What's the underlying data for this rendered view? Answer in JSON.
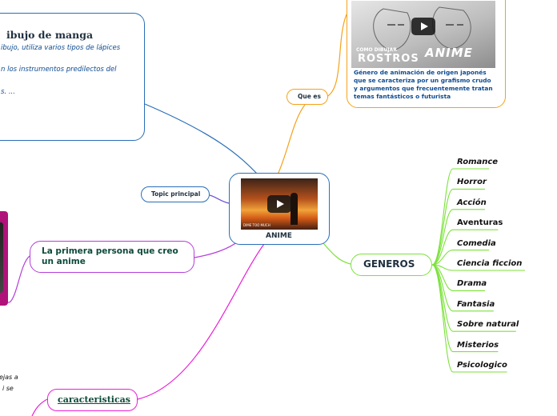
{
  "central": {
    "title": "ANIME",
    "video_caption": "DIME TOO MUCH"
  },
  "que_es": {
    "label": "Que es",
    "video_line1": "COMO DIBUJAR",
    "video_line2": "ROSTROS",
    "video_line3": "ANIME",
    "description": "Género de animación de origen japonés que se caracteriza por un grafismo crudo y argumentos que frecuentemente tratan temas fantásticos o futurista"
  },
  "topic_principal": {
    "label": "Topic principal"
  },
  "dibujo": {
    "title": "ibujo  de manga",
    "line1": "ibujo, utiliza varios tipos de lápices",
    "line2": "n los instrumentos predilectos del",
    "line3": "s. ..."
  },
  "primera_persona": {
    "line1": "La primera persona que creo",
    "line2": "un anime"
  },
  "caracteristicas": {
    "label": "caracteristicas",
    "snippet1": "ejas a",
    "snippet2": "i se"
  },
  "generos": {
    "label": "GENEROS",
    "items": [
      "Romance",
      "Horror",
      "Acción",
      "Aventuras",
      "Comedia",
      "Ciencia ficcion",
      "Drama",
      "Fantasia",
      "Sobre natural",
      "Misterios",
      "Psicologico"
    ]
  },
  "colors": {
    "central_border": "#2a6fb8",
    "que_es_branch": "#f5a21b",
    "topic_branch": "#6a4fd6",
    "dibujo_branch": "#2a6fb8",
    "primera_branch": "#b43fd9",
    "caracteristicas_branch": "#e91fd6",
    "generos_branch": "#7ce23a"
  }
}
